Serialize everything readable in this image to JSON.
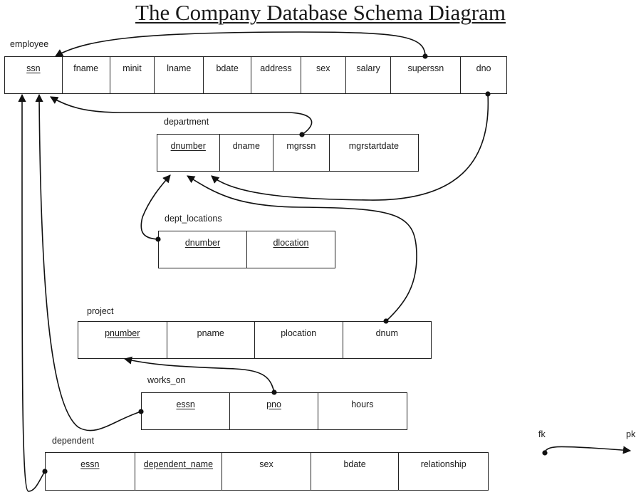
{
  "title": "The Company Database Schema Diagram",
  "tables": {
    "employee": {
      "label": "employee",
      "columns": [
        {
          "name": "ssn",
          "pk": true
        },
        {
          "name": "fname",
          "pk": false
        },
        {
          "name": "minit",
          "pk": false
        },
        {
          "name": "lname",
          "pk": false
        },
        {
          "name": "bdate",
          "pk": false
        },
        {
          "name": "address",
          "pk": false
        },
        {
          "name": "sex",
          "pk": false
        },
        {
          "name": "salary",
          "pk": false
        },
        {
          "name": "superssn",
          "pk": false
        },
        {
          "name": "dno",
          "pk": false
        }
      ]
    },
    "department": {
      "label": "department",
      "columns": [
        {
          "name": "dnumber",
          "pk": true
        },
        {
          "name": "dname",
          "pk": false
        },
        {
          "name": "mgrssn",
          "pk": false
        },
        {
          "name": "mgrstartdate",
          "pk": false
        }
      ]
    },
    "dept_locations": {
      "label": "dept_locations",
      "columns": [
        {
          "name": "dnumber",
          "pk": true
        },
        {
          "name": "dlocation",
          "pk": true
        }
      ]
    },
    "project": {
      "label": "project",
      "columns": [
        {
          "name": "pnumber",
          "pk": true
        },
        {
          "name": "pname",
          "pk": false
        },
        {
          "name": "plocation",
          "pk": false
        },
        {
          "name": "dnum",
          "pk": false
        }
      ]
    },
    "works_on": {
      "label": "works_on",
      "columns": [
        {
          "name": "essn",
          "pk": true
        },
        {
          "name": "pno",
          "pk": true
        },
        {
          "name": "hours",
          "pk": false
        }
      ]
    },
    "dependent": {
      "label": "dependent",
      "columns": [
        {
          "name": "essn",
          "pk": true
        },
        {
          "name": "dependent_name",
          "pk": true
        },
        {
          "name": "sex",
          "pk": false
        },
        {
          "name": "bdate",
          "pk": false
        },
        {
          "name": "relationship",
          "pk": false
        }
      ]
    }
  },
  "relationships": [
    {
      "from": "employee.superssn",
      "to": "employee.ssn"
    },
    {
      "from": "employee.dno",
      "to": "department.dnumber"
    },
    {
      "from": "department.mgrssn",
      "to": "employee.ssn"
    },
    {
      "from": "dept_locations.dnumber",
      "to": "department.dnumber"
    },
    {
      "from": "project.dnum",
      "to": "department.dnumber"
    },
    {
      "from": "works_on.pno",
      "to": "project.pnumber"
    },
    {
      "from": "works_on.essn",
      "to": "employee.ssn"
    },
    {
      "from": "dependent.essn",
      "to": "employee.ssn"
    }
  ],
  "legend": {
    "from_label": "fk",
    "to_label": "pk"
  }
}
